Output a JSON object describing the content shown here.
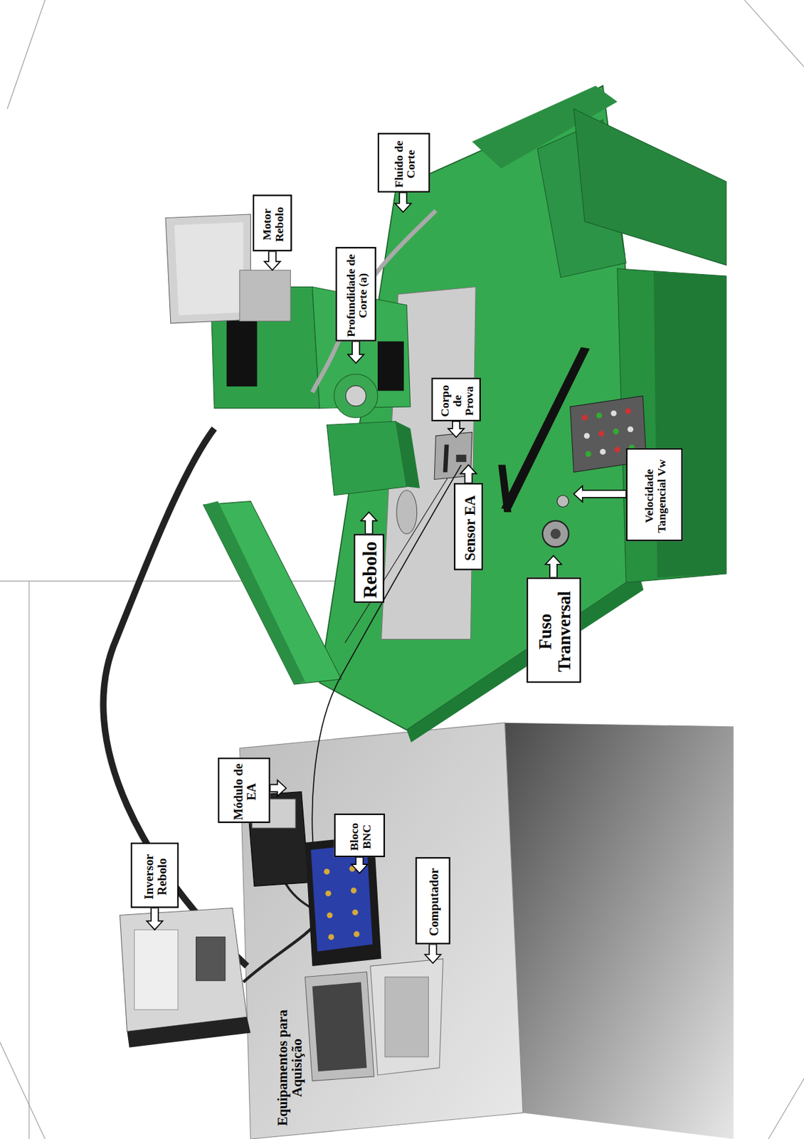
{
  "diagram": {
    "nodes": [
      {
        "text": [
          "Motor Rebolo"
        ]
      },
      {
        "text": [
          "Fluído de Corte"
        ]
      },
      {
        "text": [
          "Profundidade de Corte (a)"
        ]
      },
      {
        "text": [
          "Corpo de Prova"
        ]
      },
      {
        "text": [
          "Velocidade Tangencial Vw"
        ]
      },
      {
        "text": [
          "Sensor EA"
        ]
      },
      {
        "text": [
          "Rebolo"
        ]
      },
      {
        "text": [
          "Fuso Tranversal"
        ]
      },
      {
        "text": [
          "Módulo de EA"
        ]
      },
      {
        "text": [
          "Bloco BNC"
        ]
      },
      {
        "text": [
          "Inversor Rebolo"
        ]
      },
      {
        "text": [
          "Computador"
        ]
      }
    ],
    "labels": [
      "Equipamentos para Aquisição"
    ]
  }
}
